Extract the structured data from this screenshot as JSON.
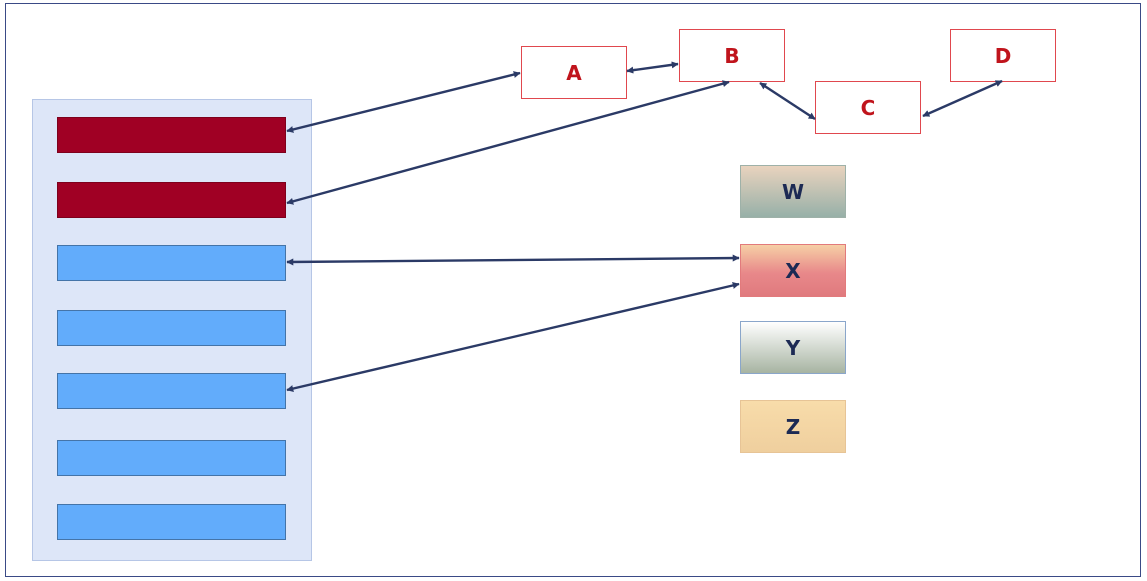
{
  "diagram": {
    "node_boxes": [
      {
        "id": "A",
        "label": "A"
      },
      {
        "id": "B",
        "label": "B"
      },
      {
        "id": "C",
        "label": "C"
      },
      {
        "id": "D",
        "label": "D"
      }
    ],
    "category_boxes": [
      {
        "id": "W",
        "label": "W"
      },
      {
        "id": "X",
        "label": "X"
      },
      {
        "id": "Y",
        "label": "Y"
      },
      {
        "id": "Z",
        "label": "Z"
      }
    ],
    "list_bars": [
      {
        "index": 1,
        "color": "#a00024"
      },
      {
        "index": 2,
        "color": "#a00024"
      },
      {
        "index": 3,
        "color": "#62acfb"
      },
      {
        "index": 4,
        "color": "#62acfb"
      },
      {
        "index": 5,
        "color": "#62acfb"
      },
      {
        "index": 6,
        "color": "#62acfb"
      },
      {
        "index": 7,
        "color": "#62acfb"
      }
    ],
    "connections": [
      {
        "from": "bar-1",
        "to": "A"
      },
      {
        "from": "bar-2",
        "to": "B"
      },
      {
        "from": "bar-3",
        "to": "X"
      },
      {
        "from": "bar-5",
        "to": "X"
      },
      {
        "from": "A",
        "to": "B"
      },
      {
        "from": "B",
        "to": "C"
      },
      {
        "from": "C",
        "to": "D"
      }
    ],
    "colors": {
      "arrow": "#2b3a66",
      "node_border": "#e0484e",
      "node_text": "#c0141c",
      "category_text": "#1c2a54"
    }
  }
}
